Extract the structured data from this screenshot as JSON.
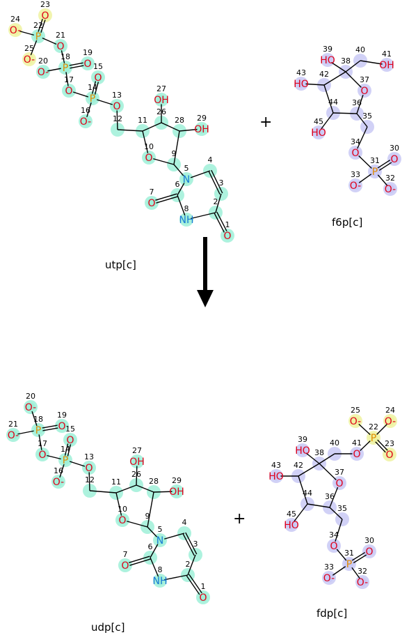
{
  "reaction": {
    "reactants": [
      {
        "name": "utp[c]"
      },
      {
        "name": "f6p[c]"
      }
    ],
    "products": [
      {
        "name": "udp[c]"
      },
      {
        "name": "fdp[c]"
      }
    ],
    "plus_symbol": "+",
    "highlight_colors": {
      "uridine_group": "#9ff0d8",
      "sugar_group": "#c9c9f5",
      "transferred_phosphate": "#eef2a0"
    },
    "element_colors": {
      "oxygen": "#e0001a",
      "nitrogen": "#1a7ad6",
      "phosphorus": "#e08a00",
      "carbon_bond": "#000000"
    }
  },
  "molecules": {
    "utp": {
      "atoms": [
        {
          "n": "1",
          "el": "O"
        },
        {
          "n": "2",
          "el": "C"
        },
        {
          "n": "3",
          "el": "C"
        },
        {
          "n": "4",
          "el": "C"
        },
        {
          "n": "5",
          "el": "N"
        },
        {
          "n": "6",
          "el": "C"
        },
        {
          "n": "7",
          "el": "O"
        },
        {
          "n": "8",
          "el": "NH"
        },
        {
          "n": "9",
          "el": "C"
        },
        {
          "n": "10",
          "el": "O"
        },
        {
          "n": "11",
          "el": "C"
        },
        {
          "n": "12",
          "el": "C"
        },
        {
          "n": "13",
          "el": "O"
        },
        {
          "n": "14",
          "el": "P"
        },
        {
          "n": "15",
          "el": "O"
        },
        {
          "n": "16",
          "el": "O-"
        },
        {
          "n": "17",
          "el": "O"
        },
        {
          "n": "18",
          "el": "P"
        },
        {
          "n": "19",
          "el": "O"
        },
        {
          "n": "20",
          "el": "O-"
        },
        {
          "n": "21",
          "el": "O"
        },
        {
          "n": "22",
          "el": "P"
        },
        {
          "n": "23",
          "el": "O"
        },
        {
          "n": "24",
          "el": "O-"
        },
        {
          "n": "25",
          "el": "O-"
        },
        {
          "n": "26",
          "el": "C"
        },
        {
          "n": "27",
          "el": "OH"
        },
        {
          "n": "28",
          "el": "C"
        },
        {
          "n": "29",
          "el": "OH"
        }
      ]
    },
    "f6p": {
      "atoms": [
        {
          "n": "30",
          "el": "O"
        },
        {
          "n": "31",
          "el": "P"
        },
        {
          "n": "32",
          "el": "O-"
        },
        {
          "n": "33",
          "el": "O-"
        },
        {
          "n": "34",
          "el": "O"
        },
        {
          "n": "35",
          "el": "C"
        },
        {
          "n": "36",
          "el": "C"
        },
        {
          "n": "37",
          "el": "O"
        },
        {
          "n": "38",
          "el": "C"
        },
        {
          "n": "39",
          "el": "HO"
        },
        {
          "n": "40",
          "el": "C"
        },
        {
          "n": "41",
          "el": "OH"
        },
        {
          "n": "42",
          "el": "C"
        },
        {
          "n": "43",
          "el": "HO"
        },
        {
          "n": "44",
          "el": "C"
        },
        {
          "n": "45",
          "el": "HO"
        }
      ]
    },
    "udp": {
      "atoms": [
        {
          "n": "1",
          "el": "O"
        },
        {
          "n": "2",
          "el": "C"
        },
        {
          "n": "3",
          "el": "C"
        },
        {
          "n": "4",
          "el": "C"
        },
        {
          "n": "5",
          "el": "N"
        },
        {
          "n": "6",
          "el": "C"
        },
        {
          "n": "7",
          "el": "O"
        },
        {
          "n": "8",
          "el": "NH"
        },
        {
          "n": "9",
          "el": "C"
        },
        {
          "n": "10",
          "el": "O"
        },
        {
          "n": "11",
          "el": "C"
        },
        {
          "n": "12",
          "el": "C"
        },
        {
          "n": "13",
          "el": "O"
        },
        {
          "n": "14",
          "el": "P"
        },
        {
          "n": "15",
          "el": "O"
        },
        {
          "n": "16",
          "el": "O-"
        },
        {
          "n": "17",
          "el": "O"
        },
        {
          "n": "18",
          "el": "P"
        },
        {
          "n": "19",
          "el": "O"
        },
        {
          "n": "20",
          "el": "O-"
        },
        {
          "n": "21",
          "el": "O-"
        },
        {
          "n": "26",
          "el": "C"
        },
        {
          "n": "27",
          "el": "OH"
        },
        {
          "n": "28",
          "el": "C"
        },
        {
          "n": "29",
          "el": "OH"
        }
      ]
    },
    "fdp": {
      "atoms": [
        {
          "n": "22",
          "el": "P"
        },
        {
          "n": "23",
          "el": "O"
        },
        {
          "n": "24",
          "el": "O-"
        },
        {
          "n": "25",
          "el": "O-"
        },
        {
          "n": "30",
          "el": "O"
        },
        {
          "n": "31",
          "el": "P"
        },
        {
          "n": "32",
          "el": "O-"
        },
        {
          "n": "33",
          "el": "O-"
        },
        {
          "n": "34",
          "el": "O"
        },
        {
          "n": "35",
          "el": "C"
        },
        {
          "n": "36",
          "el": "C"
        },
        {
          "n": "37",
          "el": "O"
        },
        {
          "n": "38",
          "el": "C"
        },
        {
          "n": "39",
          "el": "HO"
        },
        {
          "n": "40",
          "el": "C"
        },
        {
          "n": "41",
          "el": "O"
        },
        {
          "n": "42",
          "el": "C"
        },
        {
          "n": "43",
          "el": "HO"
        },
        {
          "n": "44",
          "el": "C"
        },
        {
          "n": "45",
          "el": "HO"
        }
      ]
    }
  }
}
